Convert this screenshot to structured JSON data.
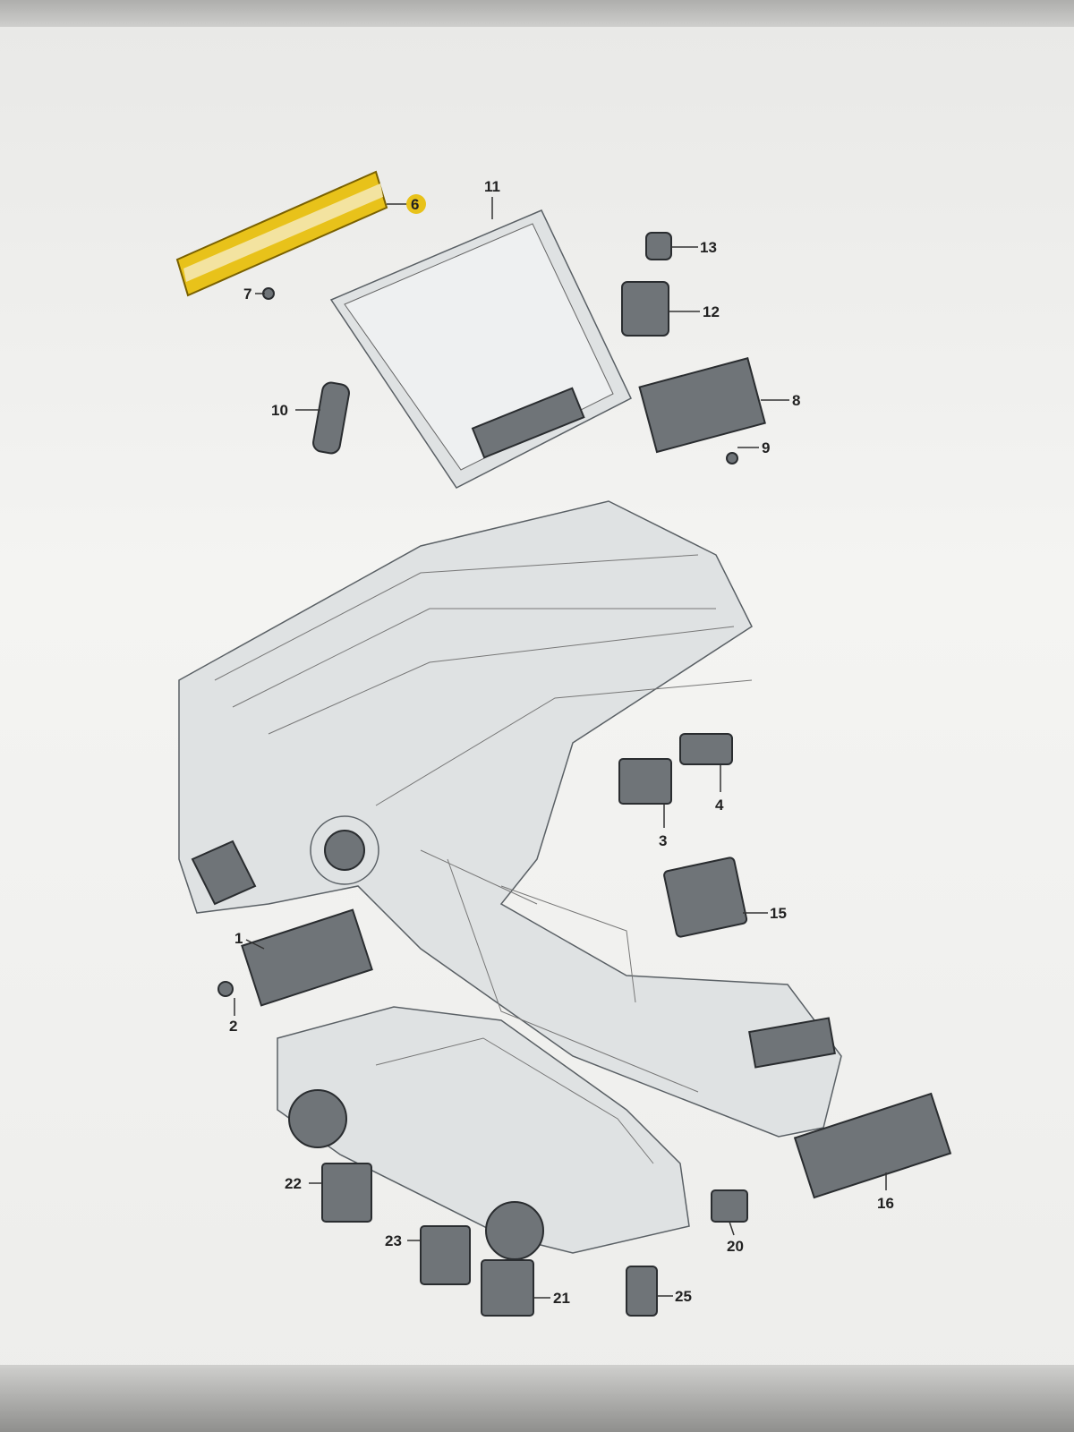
{
  "diagram": {
    "highlight_color": "#e8c21a",
    "highlighted_part": "6",
    "callouts": [
      "1",
      "2",
      "3",
      "4",
      "6",
      "7",
      "8",
      "9",
      "10",
      "11",
      "12",
      "13",
      "15",
      "16",
      "20",
      "21",
      "22",
      "23",
      "25"
    ]
  }
}
